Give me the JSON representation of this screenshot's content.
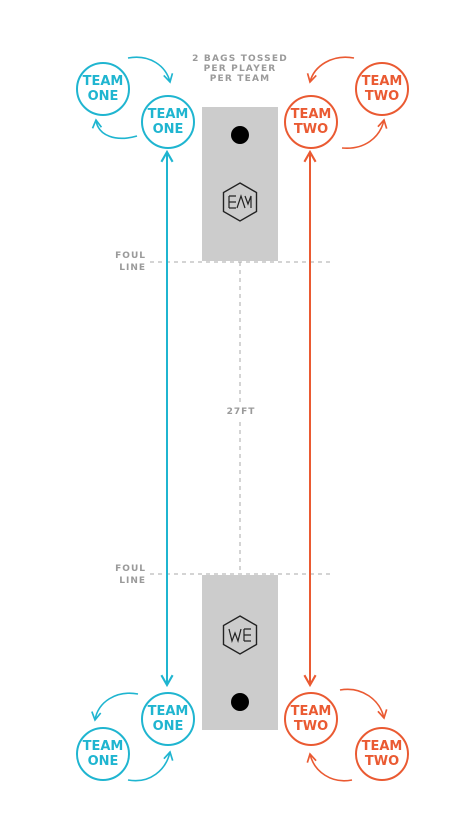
{
  "colors": {
    "team_one": "#1fb5d0",
    "team_two": "#ea5a32",
    "board": "#cccccc",
    "guide": "#9a9a9a"
  },
  "note": {
    "lines": [
      "2 BAGS TOSSED",
      "PER PLAYER",
      "PER TEAM"
    ]
  },
  "foul_lines": [
    {
      "lines": [
        "FOUL",
        "LINE"
      ]
    },
    {
      "lines": [
        "FOUL",
        "LINE"
      ]
    }
  ],
  "distance_label": "27FT",
  "boards": [
    {
      "logo": "EAM",
      "logo_icon": "hexagon-logo-icon"
    },
    {
      "logo": "WE",
      "logo_icon": "hexagon-logo-icon"
    }
  ],
  "players": {
    "top_left_outer": {
      "line1": "TEAM",
      "line2": "ONE"
    },
    "top_left_inner": {
      "line1": "TEAM",
      "line2": "ONE"
    },
    "top_right_inner": {
      "line1": "TEAM",
      "line2": "TWO"
    },
    "top_right_outer": {
      "line1": "TEAM",
      "line2": "TWO"
    },
    "bottom_left_inner": {
      "line1": "TEAM",
      "line2": "ONE"
    },
    "bottom_left_outer": {
      "line1": "TEAM",
      "line2": "ONE"
    },
    "bottom_right_inner": {
      "line1": "TEAM",
      "line2": "TWO"
    },
    "bottom_right_outer": {
      "line1": "TEAM",
      "line2": "TWO"
    }
  }
}
